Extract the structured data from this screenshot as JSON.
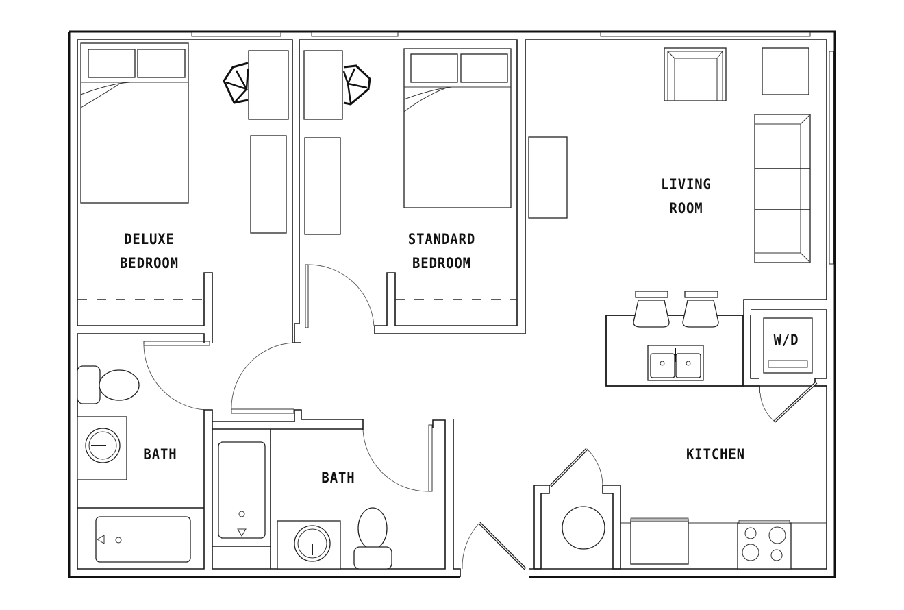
{
  "floorplan": {
    "rooms": {
      "deluxe_bedroom": {
        "line1": "DELUXE",
        "line2": "BEDROOM"
      },
      "standard_bedroom": {
        "line1": "STANDARD",
        "line2": "BEDROOM"
      },
      "living_room": {
        "line1": "LIVING",
        "line2": "ROOM"
      },
      "bath_left": {
        "label": "BATH"
      },
      "bath_center": {
        "label": "BATH"
      },
      "kitchen": {
        "label": "KITCHEN"
      },
      "laundry": {
        "label": "W/D"
      }
    },
    "colors": {
      "line": "#1a1a1a",
      "background": "#ffffff"
    }
  }
}
